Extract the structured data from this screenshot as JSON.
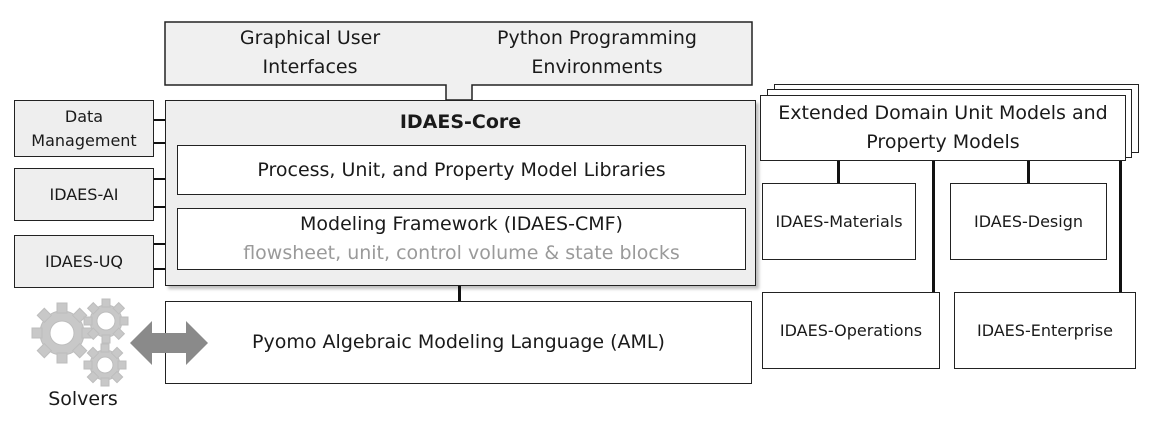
{
  "top": {
    "gui": [
      "Graphical User",
      "Interfaces"
    ],
    "python": [
      "Python Programming",
      "Environments"
    ]
  },
  "side": {
    "data_management": [
      "Data",
      "Management"
    ],
    "ai": "IDAES-AI",
    "uq": "IDAES-UQ"
  },
  "core": {
    "title": "IDAES-Core",
    "libraries": "Process, Unit, and Property Model Libraries",
    "cmf_title": "Modeling Framework (IDAES-CMF)",
    "cmf_sub": "flowsheet, unit, control volume & state blocks"
  },
  "pyomo": "Pyomo Algebraic Modeling Language (AML)",
  "solvers": "Solvers",
  "extended": {
    "title": [
      "Extended Domain Unit Models and",
      "Property Models"
    ],
    "materials": "IDAES-Materials",
    "design": "IDAES-Design",
    "operations": "IDAES-Operations",
    "enterprise": "IDAES-Enterprise"
  },
  "colors": {
    "border": "#222222",
    "panel_fill": "#eeeeee",
    "subtext": "#9a9a9a",
    "gear": "#c8c8c8",
    "arrow": "#8a8a8a"
  }
}
